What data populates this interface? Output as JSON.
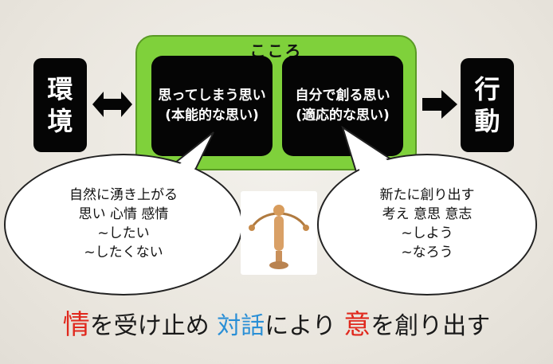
{
  "kokoro": {
    "label": "こころ"
  },
  "left_box": {
    "line1": "環",
    "line2": "境"
  },
  "right_box": {
    "line1": "行",
    "line2": "動"
  },
  "inner_left": {
    "line1": "思ってしまう思い",
    "line2": "(本能的な思い)"
  },
  "inner_right": {
    "line1": "自分で創る思い",
    "line2": "(適応的な思い)"
  },
  "bubble_left": {
    "lines": [
      "自然に湧き上がる",
      "思い 心情 感情",
      "~したい",
      "~したくない"
    ]
  },
  "bubble_right": {
    "lines": [
      "新たに創り出す",
      "考え 意思 意志",
      "~しよう",
      "~なろう"
    ]
  },
  "bottom": {
    "part1": "情",
    "part2": "を受け止め ",
    "part3": "対話",
    "part4": "により ",
    "part5": "意",
    "part6": "を創り出す"
  },
  "colors": {
    "green": "#7fd13b",
    "black": "#050505",
    "red": "#e0281d",
    "blue": "#2a8fd6"
  },
  "icons": {
    "balance_figure": "balancing-wooden-doll-icon",
    "double_arrow": "double-arrow-icon",
    "right_arrow": "right-arrow-icon"
  }
}
